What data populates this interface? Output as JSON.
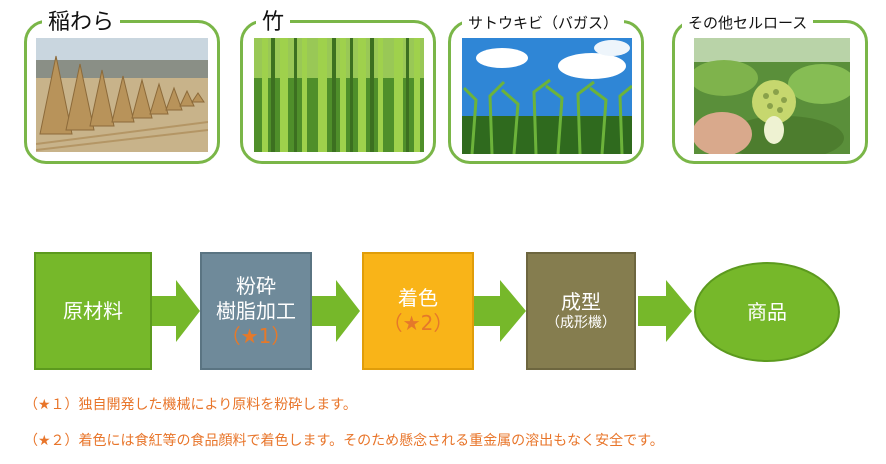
{
  "materials": [
    {
      "label": "稲わら",
      "image": "rice-straw-photo"
    },
    {
      "label": "竹",
      "image": "bamboo-forest-photo"
    },
    {
      "label": "サトウキビ（バガス）",
      "image": "sugarcane-photo"
    },
    {
      "label": "その他セルロース",
      "image": "lotus-pod-photo"
    }
  ],
  "flow": {
    "step1": {
      "label": "原材料",
      "color": "#76b82a"
    },
    "step2": {
      "line1": "粉砕",
      "line2": "樹脂加工",
      "note": "（★1）",
      "color": "#6f8a9a"
    },
    "step3": {
      "line1": "着色",
      "note": "（★2）",
      "color": "#f9b418"
    },
    "step4": {
      "line1": "成型",
      "sub": "（成形機）",
      "color": "#857d4f"
    },
    "step5": {
      "label": "商品",
      "color": "#76b82a"
    },
    "arrow_color": "#76b82a"
  },
  "footnotes": [
    "（★１）独自開発した機械により原料を粉砕します。",
    "（★２）着色には食紅等の食品顔料で着色します。そのため懸念される重金属の溶出もなく安全です。"
  ]
}
